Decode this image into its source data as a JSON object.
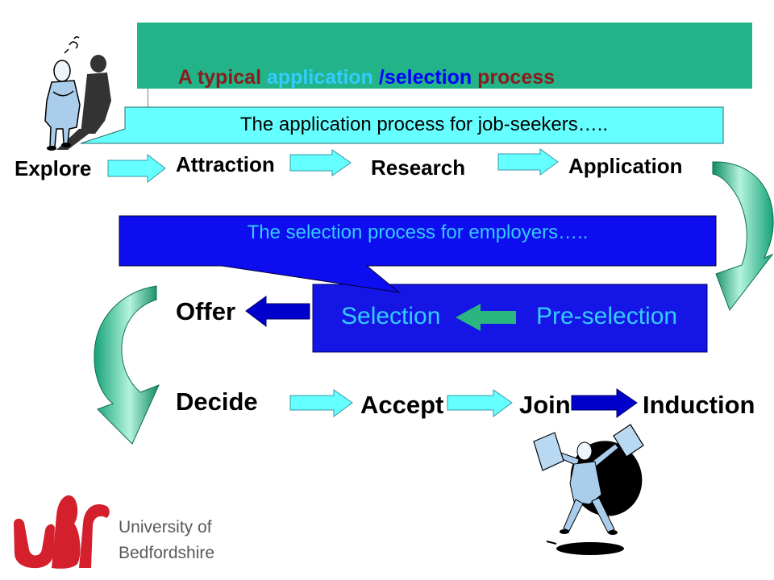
{
  "colors": {
    "banner_bg": "#22b388",
    "callout_cyan": "#66ffff",
    "callout_blue": "#0d0df0",
    "selection_box_blue": "#1515e6",
    "light_text_cyan": "#33ccff",
    "arrow_cyan": "#66ffff",
    "arrow_blue": "#0000cc",
    "arrow_green": "#2ab581",
    "curve_green_dark": "#0f8a64",
    "curve_green_light": "#b4f3dc",
    "logo_red": "#d4202c",
    "logo_gray": "#595959"
  },
  "banner": {
    "title_segments": [
      {
        "text": "A typical ",
        "color": "#8b1c1c"
      },
      {
        "text": "application",
        "color": "#33ccff"
      },
      {
        "text": " /selection",
        "color": "#0000ff"
      },
      {
        "text": " process",
        "color": "#8b1c1c"
      }
    ]
  },
  "jobseeker_callout": {
    "text": "The application process for job-seekers….."
  },
  "application_process": {
    "steps": [
      "Explore",
      "Attraction",
      "Research",
      "Application"
    ]
  },
  "employer_callout": {
    "text": "The selection process for employers….."
  },
  "selection_box": {
    "steps": [
      "Selection",
      "Pre-selection"
    ]
  },
  "offer": {
    "label": "Offer"
  },
  "final_steps": {
    "steps": [
      "Decide",
      "Accept",
      "Join",
      "Induction"
    ]
  },
  "logo": {
    "line1": "University of",
    "line2": "Bedfordshire"
  },
  "illustrations": {
    "top_left": "thinking-person-icon",
    "bottom_right": "jumping-person-with-books-icon"
  }
}
